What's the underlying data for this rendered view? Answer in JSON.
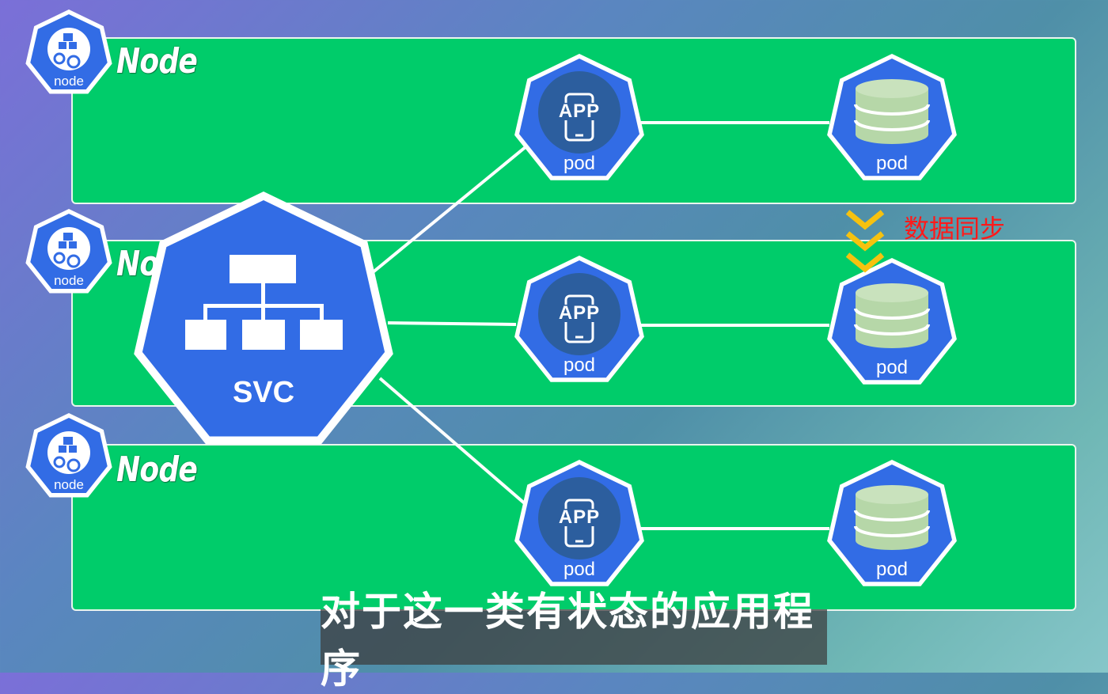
{
  "nodes": [
    {
      "label": "Node",
      "icon_text": "node"
    },
    {
      "label": "Node",
      "icon_text": "node"
    },
    {
      "label": "Node",
      "icon_text": "node"
    }
  ],
  "service": {
    "label": "SVC"
  },
  "app_pods": [
    {
      "badge": "APP",
      "label": "pod"
    },
    {
      "badge": "APP",
      "label": "pod"
    },
    {
      "badge": "APP",
      "label": "pod"
    }
  ],
  "db_pods": [
    {
      "label": "pod"
    },
    {
      "label": "pod"
    },
    {
      "label": "pod"
    }
  ],
  "sync": {
    "label": "数据同步"
  },
  "caption": {
    "text": "对于这一类有状态的应用程序"
  },
  "colors": {
    "node_band": "#00cc6a",
    "k8s_blue": "#326ce5",
    "db_fill": "#b6d7a8",
    "sync_arrow": "#f6c20f",
    "sync_text": "#ff1a1a"
  }
}
